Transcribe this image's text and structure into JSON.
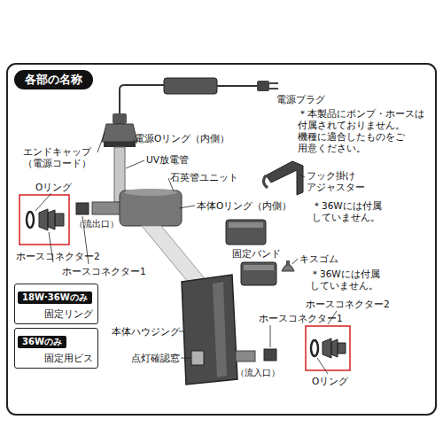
{
  "diagram": {
    "title": "各部の名称",
    "nodes": [
      {
        "text": [
          "18W·36Wのみ",
          "固定リング"
        ]
      },
      {
        "text": [
          "36Wのみ",
          "固定用ビス"
        ]
      }
    ],
    "labels": [
      "電源プラグ",
      "＊本製品にポンプ・ホースは 付属されておりません。 機種に適合したものをご 用意ください。",
      "電源Oリング（内側）",
      "エンドキャップ （電源コード）",
      "UV放電管",
      "石英管ユニット",
      "フック掛け アジャスター",
      "Oリング",
      "本体Oリング（内側）",
      "＊36Wには付属 していません。",
      "（流出口）",
      "固定バンド",
      "ホースコネクター2",
      "キスゴム",
      "＊36Wには付属 していません。",
      "ホースコネクター1",
      "ホースコネクター2",
      "ホースコネクター1",
      "本体ハウジング",
      "点灯確認窓",
      "（流入口）",
      "Oリング"
    ]
  }
}
